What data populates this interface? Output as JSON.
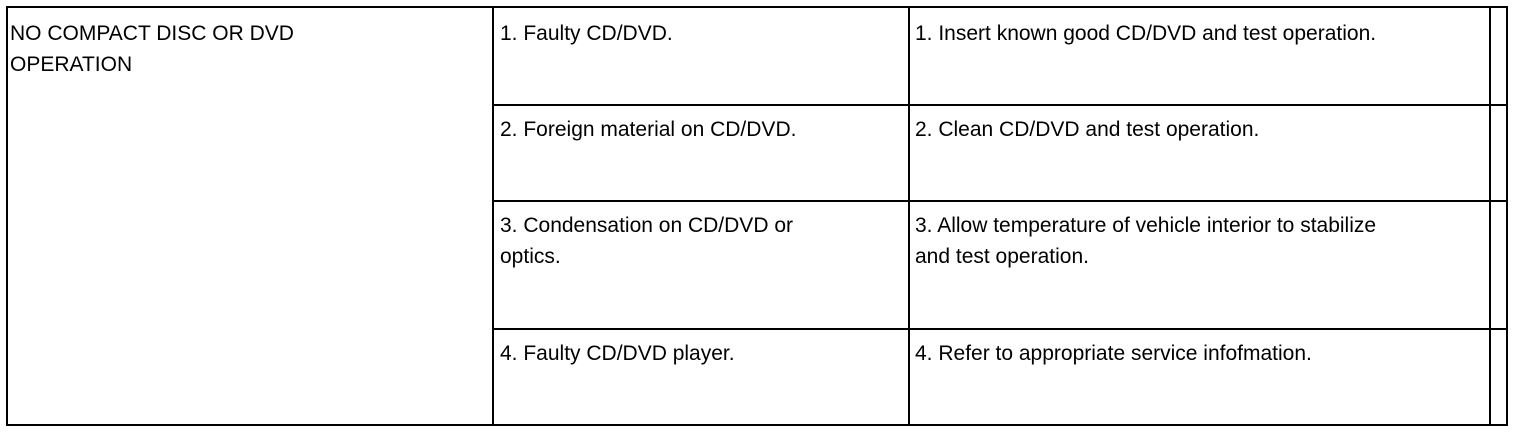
{
  "table": {
    "symptom": "NO COMPACT DISC OR DVD\nOPERATION",
    "rows": [
      {
        "cause": "1. Faulty CD/DVD.",
        "action": "1. Insert known good CD/DVD and test operation."
      },
      {
        "cause": "2. Foreign material on CD/DVD.",
        "action": "2. Clean CD/DVD and test operation."
      },
      {
        "cause": "3. Condensation on CD/DVD or\noptics.",
        "action": "3. Allow temperature of vehicle interior to stabilize\nand test operation."
      },
      {
        "cause": "4. Faulty CD/DVD player.",
        "action": "4. Refer to appropriate service infofmation."
      }
    ]
  }
}
